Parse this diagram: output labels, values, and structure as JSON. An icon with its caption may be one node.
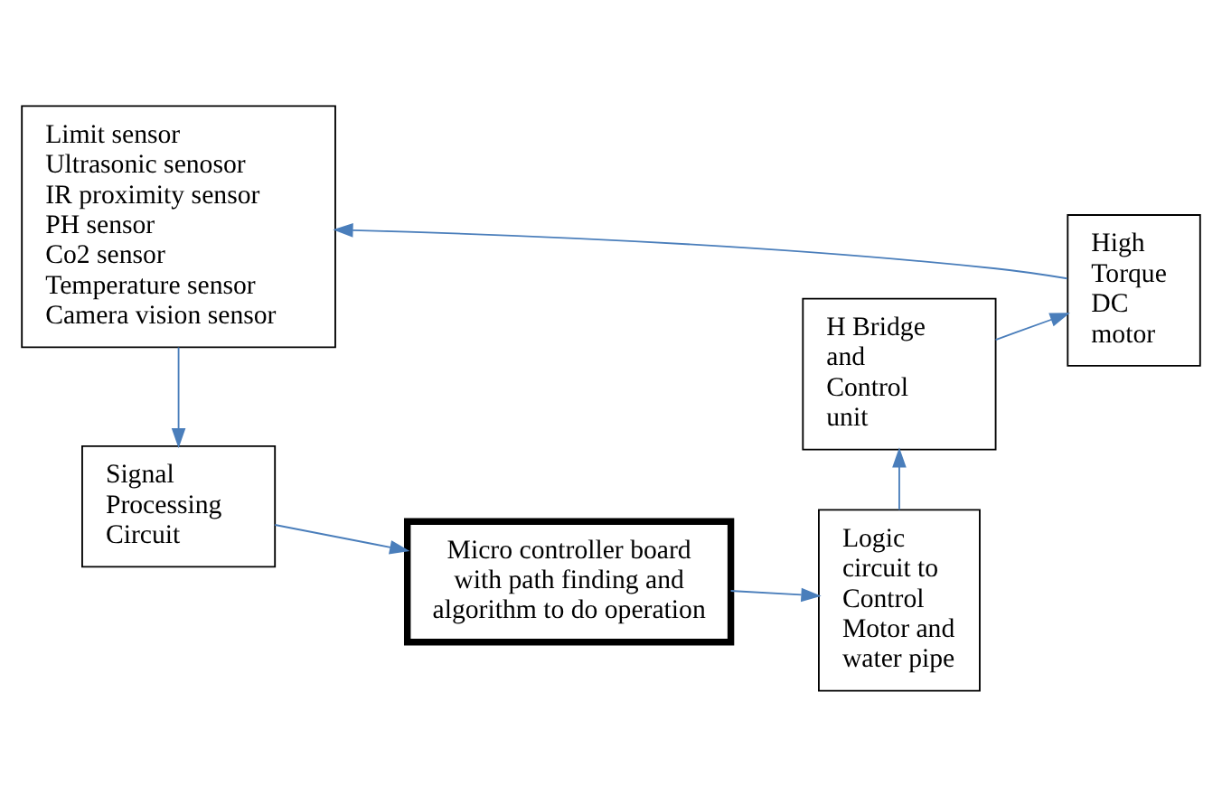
{
  "diagram": {
    "nodes": [
      {
        "text": [
          "Signal Processing Circuit"
        ]
      },
      {
        "text": [
          "Micro controller board with path finding and algorithm to do operation"
        ]
      },
      {
        "text": [
          "Logic circuit to Control Motor and water pipe"
        ]
      },
      {
        "text": [
          "Limit sensor",
          "Ultrasonic senosor",
          "IR proximity sensor",
          "PH sensor",
          "Co2 sensor",
          "Temperature sensor",
          "Camera vision sensor"
        ]
      },
      {
        "text": [
          "High Torque DC motor"
        ]
      },
      {
        "text": [
          "H Bridge and Control unit"
        ]
      }
    ],
    "edges": [
      {
        "from": 0,
        "to": 1,
        "arrow": "to",
        "color": "#4a7ebb"
      },
      {
        "from": 1,
        "to": 2,
        "arrow": "to",
        "color": "#4a7ebb"
      },
      {
        "from": 2,
        "to": 5,
        "arrow": "to",
        "color": "#4a7ebb"
      },
      {
        "from": 5,
        "to": 4,
        "arrow": "to",
        "color": "#4a7ebb"
      },
      {
        "from": 4,
        "to": 3,
        "arrow": "to",
        "color": "#4a7ebb"
      },
      {
        "from": 3,
        "to": 0,
        "arrow": "to",
        "color": "#4a7ebb"
      }
    ]
  }
}
